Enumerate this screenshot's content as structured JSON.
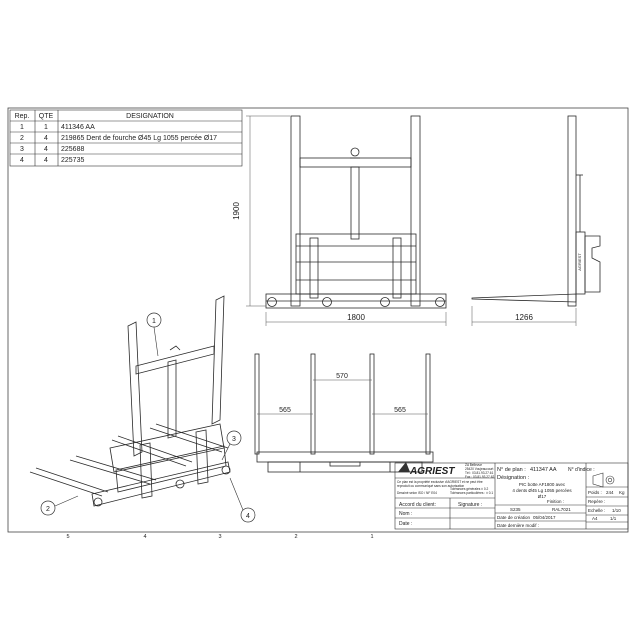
{
  "bom": {
    "headers": [
      "Rep.",
      "QTE",
      "DESIGNATION"
    ],
    "rows": [
      {
        "rep": "1",
        "qte": "1",
        "designation": "411346 AA"
      },
      {
        "rep": "2",
        "qte": "4",
        "designation": "219865 Dent de fourche Ø45 Lg 1055 percée Ø17"
      },
      {
        "rep": "3",
        "qte": "4",
        "designation": "225688"
      },
      {
        "rep": "4",
        "qte": "4",
        "designation": "225735"
      }
    ]
  },
  "dimensions": {
    "height": "1900",
    "width": "1800",
    "depth": "1266",
    "tine_spacing_center": "570",
    "tine_spacing_left": "565",
    "tine_spacing_right": "565"
  },
  "balloons": [
    "1",
    "2",
    "3",
    "4"
  ],
  "title_block": {
    "logo": "AGRIEST",
    "company_lines": [
      "ZA Bellevue",
      "25420 Voujeaucourt",
      "Tél : 03.81.93.27.61",
      "Fax : 03.81.93.27.62"
    ],
    "notice_lines": [
      "Ce plan est la propriété exclusive d'AGRIEST et ne peut être",
      "reproduit ou communiqué sans son autorisation"
    ],
    "tolerance_lines": [
      "Tolérances générales ± 0.2",
      "Tolérances particulières : ± 0.1"
    ],
    "doc_ref": "Dessiné selon ISO / NF E04",
    "plan_no_label": "N° de plan :",
    "plan_no": "411347 AA",
    "designation_label": "Désignation :",
    "designation_lines": [
      "PIC botte AF1800 avec",
      "4 dents Ø45 Lg 1055 percées",
      "Ø17"
    ],
    "indice_label": "N° d'indice :",
    "accord_label": "Accord du client:",
    "signature_label": "Signature :",
    "nom_label": "Nom :",
    "date_label": "Date :",
    "matiere": "S235",
    "finition_label": "Finition :",
    "finition": "RAL7021",
    "creation_label": "Date de création",
    "creation_date": "05/04/2017",
    "modif_label": "Date dernière modif :",
    "poids_label": "Poids :",
    "poids": "244",
    "poids_unit": "Kg",
    "repere_label": "Repère :",
    "echelle_label": "Echelle :",
    "echelle": "1/10",
    "format": "A4",
    "page": "1/1"
  },
  "zones": [
    "5",
    "4",
    "3",
    "2",
    "1"
  ]
}
